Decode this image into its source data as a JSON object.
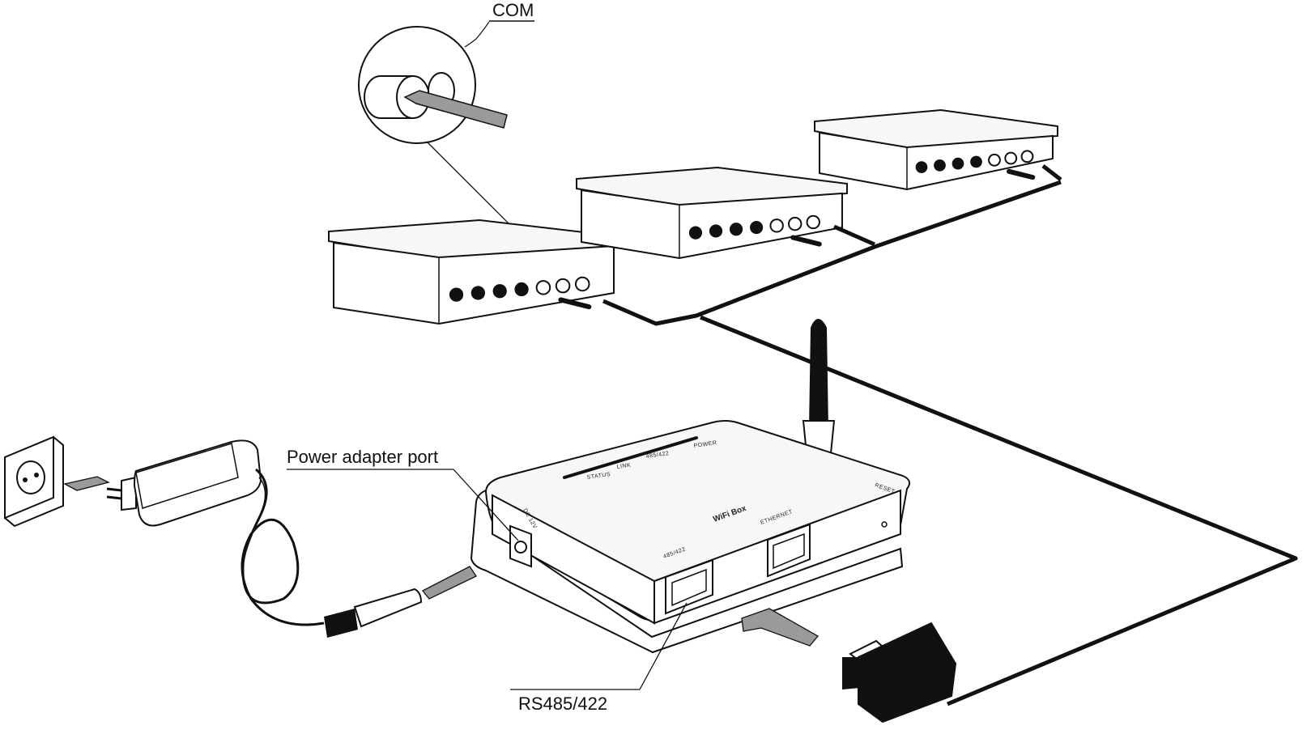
{
  "callouts": {
    "com": "COM",
    "power_adapter_port": "Power adapter port",
    "rs485": "RS485/422"
  },
  "wifi_box": {
    "name": "WiFi Box",
    "leds": {
      "power": "POWER",
      "rs": "485/422",
      "link": "LINK",
      "status": "STATUS"
    },
    "ports": {
      "rs485": "485/422",
      "ethernet": "ETHERNET",
      "reset": "RESET"
    },
    "dc": "DC 12V"
  },
  "colors": {
    "ink": "#111111",
    "arrow_fill": "#9a9a9a",
    "panel_top": "#f7f7f7",
    "panel_side": "#ffffff"
  }
}
